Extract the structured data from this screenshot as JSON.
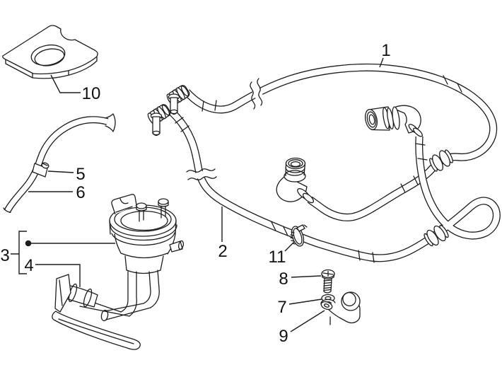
{
  "canvas": {
    "background": "#ffffff",
    "line_color": "#1d1d1d",
    "label_color": "#111111"
  },
  "callouts": [
    {
      "label": "1"
    },
    {
      "label": "2"
    },
    {
      "label": "3"
    },
    {
      "label": "4"
    },
    {
      "label": "5"
    },
    {
      "label": "6"
    },
    {
      "label": "7"
    },
    {
      "label": "8"
    },
    {
      "label": "9"
    },
    {
      "label": "10"
    },
    {
      "label": "11"
    }
  ],
  "parts": [
    {
      "callout": "1",
      "name": "fuel-hose-upper"
    },
    {
      "callout": "2",
      "name": "fuel-hose-lower"
    },
    {
      "callout": "3",
      "name": "fuel-pump-unit"
    },
    {
      "callout": "4",
      "name": "fuel-pickup-filter"
    },
    {
      "callout": "5",
      "name": "hose-clip"
    },
    {
      "callout": "6",
      "name": "vent-hose"
    },
    {
      "callout": "7",
      "name": "washer"
    },
    {
      "callout": "8",
      "name": "screw"
    },
    {
      "callout": "9",
      "name": "clamp-bracket"
    },
    {
      "callout": "10",
      "name": "support-pad"
    },
    {
      "callout": "11",
      "name": "hose-clamp"
    }
  ]
}
